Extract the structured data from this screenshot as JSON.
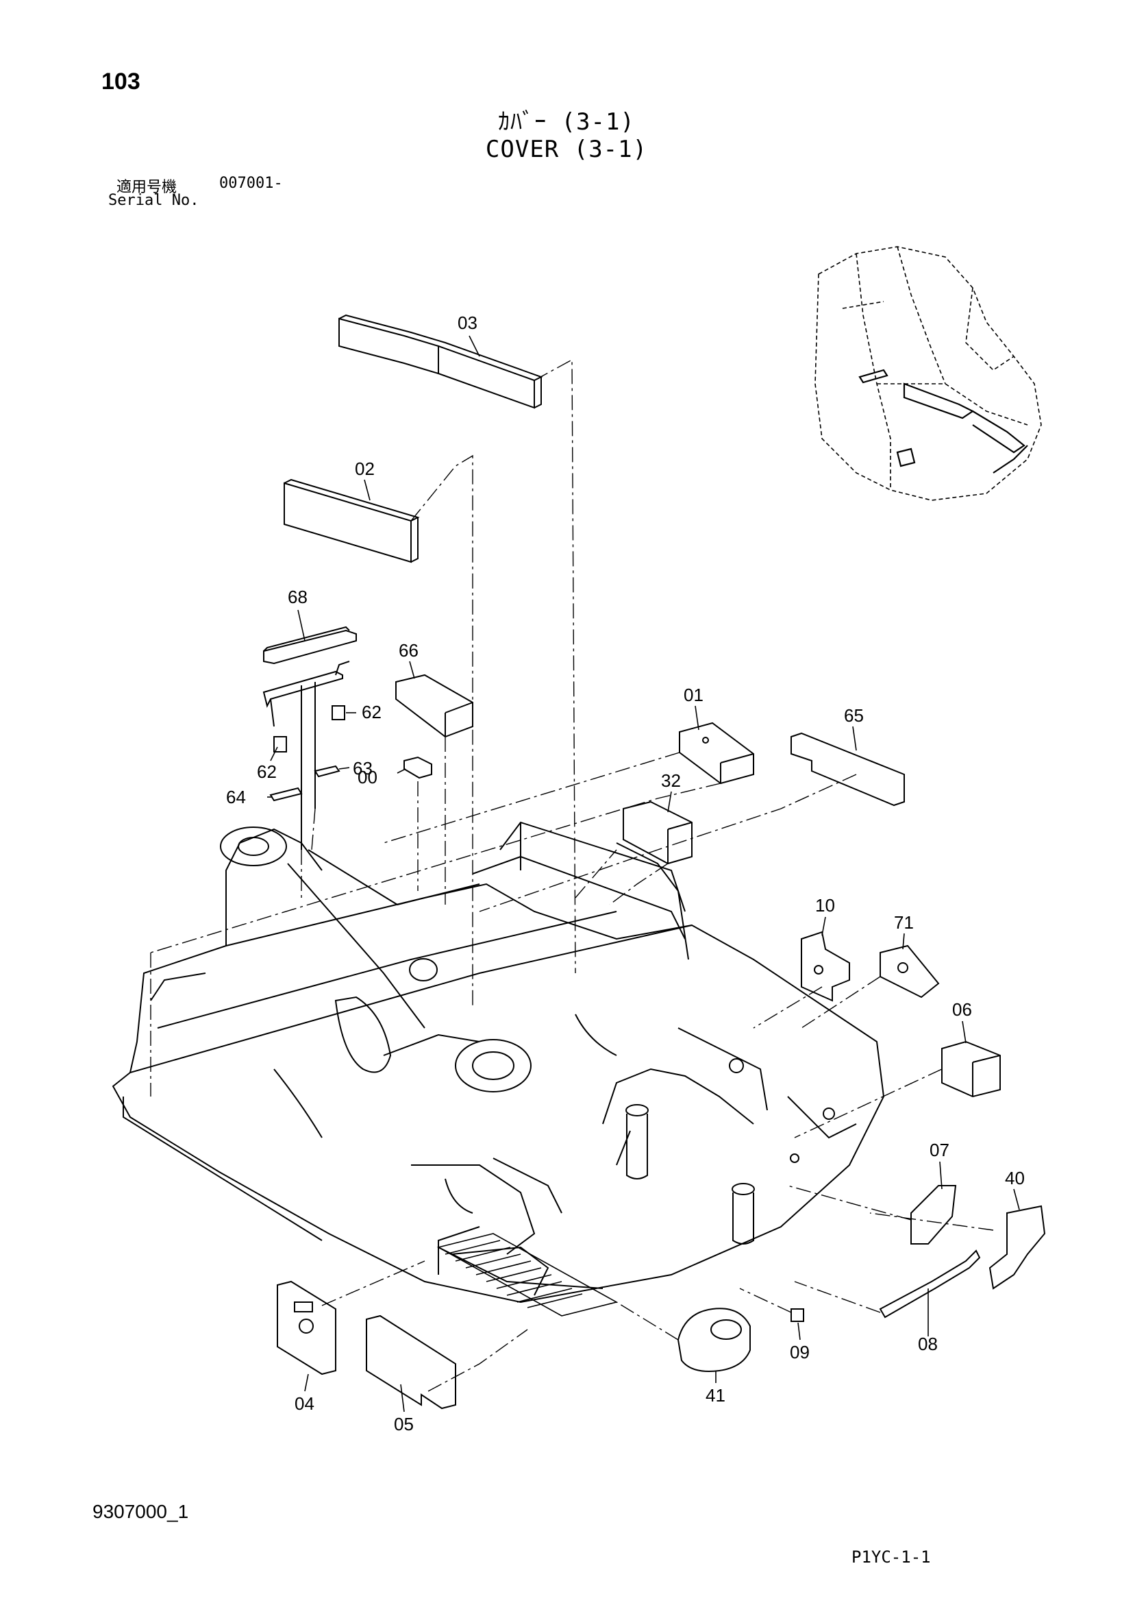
{
  "page_number": "103",
  "title_jp": "ｶﾊﾞｰ (3-1)",
  "title_en": "COVER (3-1)",
  "serial_label_jp": "適用号機",
  "serial_label_en": "Serial No.",
  "serial_value": "007001-",
  "drawing_code": "9307000_1",
  "sheet_code": "P1YC-1-1",
  "callouts": [
    "03",
    "02",
    "68",
    "66",
    "62",
    "62",
    "63",
    "64",
    "00",
    "01",
    "65",
    "32",
    "10",
    "71",
    "06",
    "07",
    "40",
    "08",
    "09",
    "41",
    "04",
    "05"
  ]
}
